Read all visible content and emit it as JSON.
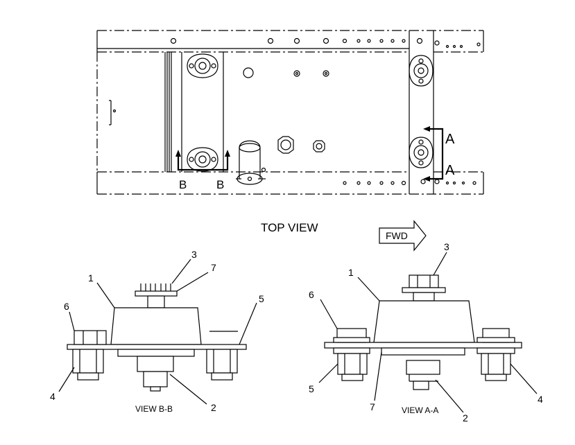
{
  "top_view": {
    "caption": "TOP VIEW",
    "section_a_label_upper": "A",
    "section_a_label_lower": "A",
    "section_b_label_left": "B",
    "section_b_label_right": "B"
  },
  "direction_arrow": {
    "label": "FWD"
  },
  "view_bb": {
    "caption": "VIEW B-B",
    "callouts": [
      "1",
      "2",
      "3",
      "4",
      "5",
      "6",
      "7"
    ]
  },
  "view_aa": {
    "caption": "VIEW A-A",
    "callouts": [
      "1",
      "2",
      "3",
      "4",
      "5",
      "6",
      "7"
    ]
  }
}
